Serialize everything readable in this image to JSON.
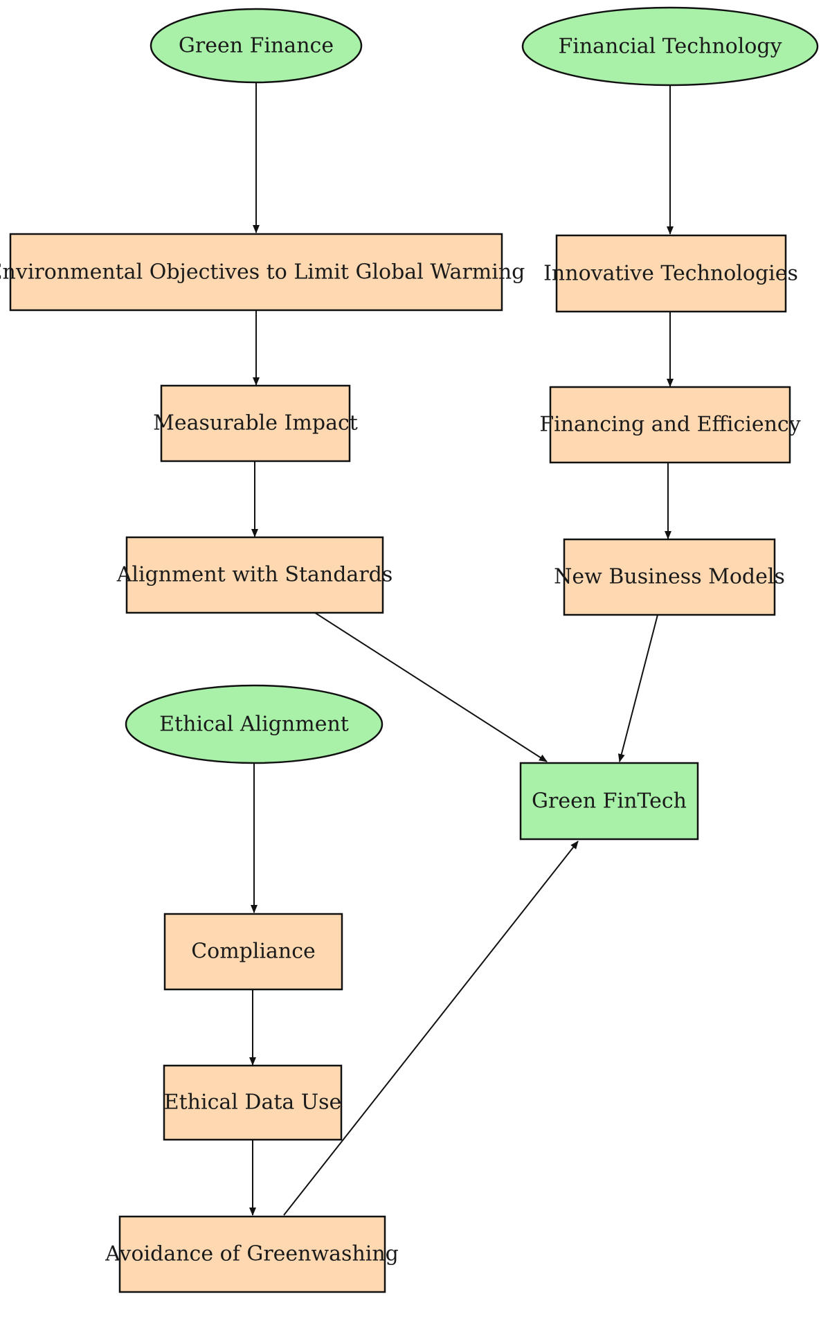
{
  "colors": {
    "ellipse_fill": "#a9f0a9",
    "box_fill": "#fdd8b0",
    "highlight_fill": "#a9f0a9",
    "stroke": "#111111"
  },
  "nodes": {
    "green_finance": "Green Finance",
    "financial_technology": "Financial Technology",
    "environmental_objectives": "Environmental Objectives to Limit Global Warming",
    "measurable_impact": "Measurable Impact",
    "alignment_standards": "Alignment with Standards",
    "innovative_technologies": "Innovative Technologies",
    "financing_efficiency": "Financing and Efficiency",
    "new_business_models": "New Business Models",
    "ethical_alignment": "Ethical Alignment",
    "green_fintech": "Green FinTech",
    "compliance": "Compliance",
    "ethical_data_use": "Ethical Data Use",
    "avoidance_greenwashing": "Avoidance of Greenwashing"
  }
}
